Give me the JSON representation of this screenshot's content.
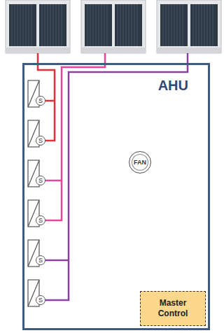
{
  "diagram": {
    "nodes": [
      {
        "text": [
          "AHU"
        ]
      },
      {
        "text": [
          "S"
        ],
        "in": 0
      },
      {
        "text": [
          "S"
        ],
        "in": 0
      },
      {
        "text": [
          "S"
        ],
        "in": 0
      },
      {
        "text": [
          "S"
        ],
        "in": 0
      },
      {
        "text": [
          "S"
        ],
        "in": 0
      },
      {
        "text": [
          "S"
        ],
        "in": 0
      },
      {
        "text": [
          "FAN"
        ],
        "in": 0
      },
      {
        "text": [
          "Master Control"
        ],
        "in": 0
      }
    ]
  }
}
